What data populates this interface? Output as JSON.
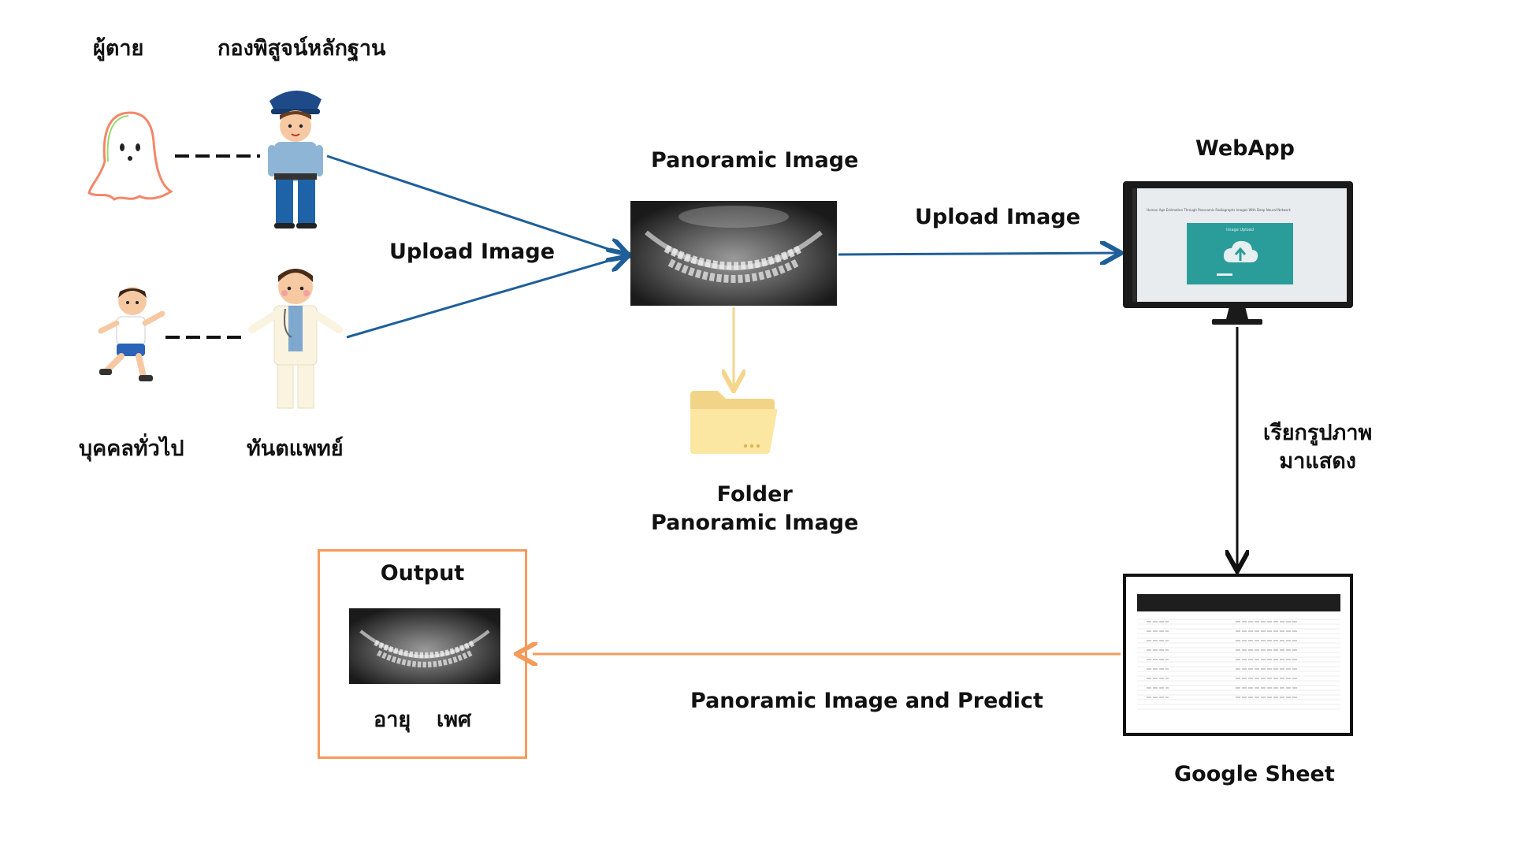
{
  "labels": {
    "deceased": "ผู้ตาย",
    "forensic": "กองพิสูจน์หลักฐาน",
    "general_person": "บุคคลทั่วไป",
    "dentist": "ทันตแพทย์",
    "upload_image_left": "Upload Image",
    "panoramic_image": "Panoramic Image",
    "upload_image_right": "Upload Image",
    "webapp": "WebApp",
    "folder_line1": "Folder",
    "folder_line2": "Panoramic Image",
    "fetch_line1": "เรียกรูปภาพ",
    "fetch_line2": "มาแสดง",
    "output": "Output",
    "age": "อายุ",
    "sex": "เพศ",
    "panoramic_predict": "Panoramic Image and Predict",
    "google_sheet": "Google Sheet"
  },
  "webapp_screen": {
    "header": "Human Age Estimation Through Panoramic Radiographs Images With Deep Neural Network",
    "card_title": "Image Upload"
  },
  "colors": {
    "blue_arrow": "#1f5f99",
    "orange_arrow": "#f49a5a",
    "yellow_arrow": "#f5d58a",
    "teal": "#2a9d9a",
    "folder": "#fbe6a2"
  },
  "icons": [
    "ghost-icon",
    "police-officer-icon",
    "running-child-icon",
    "dentist-icon",
    "folder-icon",
    "monitor-icon",
    "spreadsheet-icon",
    "xray-image"
  ]
}
